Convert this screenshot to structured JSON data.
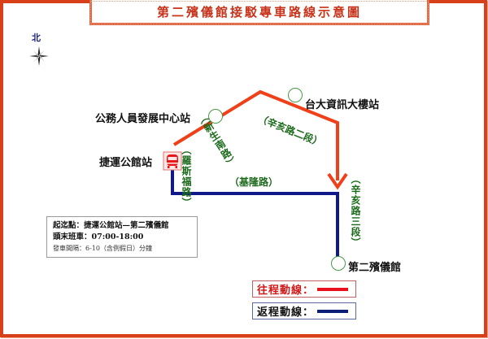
{
  "title": "第二殯儀館接駁專車路線示意圖",
  "compass": {
    "north_label": "北",
    "icon": "compass-rose-icon"
  },
  "stations": [
    {
      "name": "公務人員發展中心站",
      "type": "stop"
    },
    {
      "name": "台大資訊大樓站",
      "type": "stop"
    },
    {
      "name": "捷運公館站",
      "type": "metro"
    },
    {
      "name": "第二殯儀館",
      "type": "stop"
    }
  ],
  "roads": {
    "xinsheng_s": "（新生南路）",
    "xinhai_2": "（辛亥路二段）",
    "roosevelt": "（羅斯福路）",
    "keelung": "（基隆路）",
    "xinhai_3": "（辛亥路三段）"
  },
  "info": {
    "route": "起迄點：捷運公館站—第二殯儀館",
    "hours": "頭末班車：07:00-18:00",
    "interval": "發車間隔：6-10（含例假日）分鐘"
  },
  "legend": {
    "outbound_label": "往程動線：",
    "outbound_color": "#e8101a",
    "return_label": "返程動線：",
    "return_color": "#0a1e78"
  },
  "colors": {
    "frame": "#d8401a",
    "outbound_route": "#f0401a",
    "return_route": "#10188a",
    "road_label": "#1a6a1a",
    "title": "#c8321a"
  }
}
